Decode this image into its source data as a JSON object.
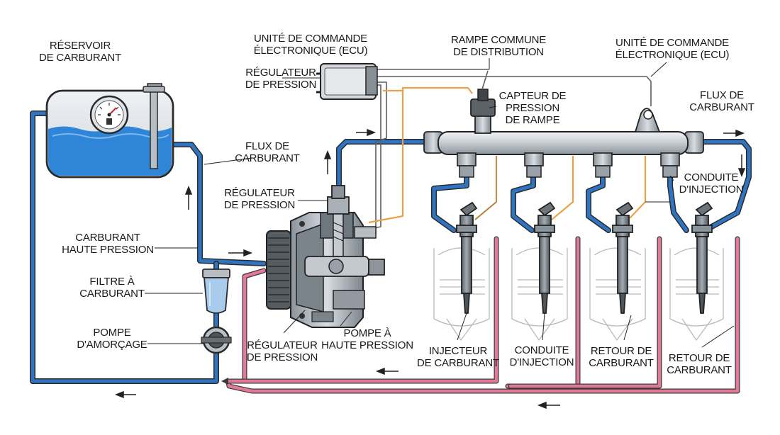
{
  "colors": {
    "low_pressure": "#2f74c0",
    "return_line": "#e07a97",
    "control_wire": "#e8a24a",
    "fuel_water": "#2f86d8",
    "tank_body": "#dfe5ea"
  },
  "labels": {
    "reservoir": [
      "RÉSERVOIR",
      "DE CARBURANT"
    ],
    "ecu_top": [
      "UNITÉ DE COMMANDE",
      "ÉLECTRONIQUE (ECU)"
    ],
    "rampe": [
      "RAMPE COMMUNE",
      "DE DISTRIBUTION"
    ],
    "ecu_right": [
      "UNITÉ DE COMMANDE",
      "ÉLECTRONIQUE (ECU)"
    ],
    "regulateur_top": [
      "RÉGULATEUR",
      "DE PRESSION"
    ],
    "capteur": [
      "CAPTEUR DE",
      "PRESSION",
      "DE RAMPE"
    ],
    "flux_right": [
      "FLUX DE",
      "CARBURANT"
    ],
    "flux_mid": [
      "FLUX DE",
      "CARBURANT"
    ],
    "regulateur_mid": [
      "RÉGULATEUR",
      "DE PRESSION"
    ],
    "conduite_right": [
      "CONDUITE",
      "D'INJECTION"
    ],
    "haute_pression": [
      "CARBURANT",
      "HAUTE PRESSION"
    ],
    "filtre": [
      "FILTRE À",
      "CARBURANT"
    ],
    "pompe_amorcage": [
      "POMPE",
      "D'AMORÇAGE"
    ],
    "regulateur_bottom": [
      "RÉGULATEUR",
      "DE PRESSION"
    ],
    "pompe_hp": [
      "POMPE À",
      "HAUTE PRESSION"
    ],
    "injecteur": [
      "INJECTEUR",
      "DE CARBURANT"
    ],
    "conduite_bottom": [
      "CONDUITE",
      "D'INJECTION"
    ],
    "retour_1": [
      "RETOUR DE",
      "CARBURANT"
    ],
    "retour_2": [
      "RETOUR DE",
      "CARBURANT"
    ]
  }
}
